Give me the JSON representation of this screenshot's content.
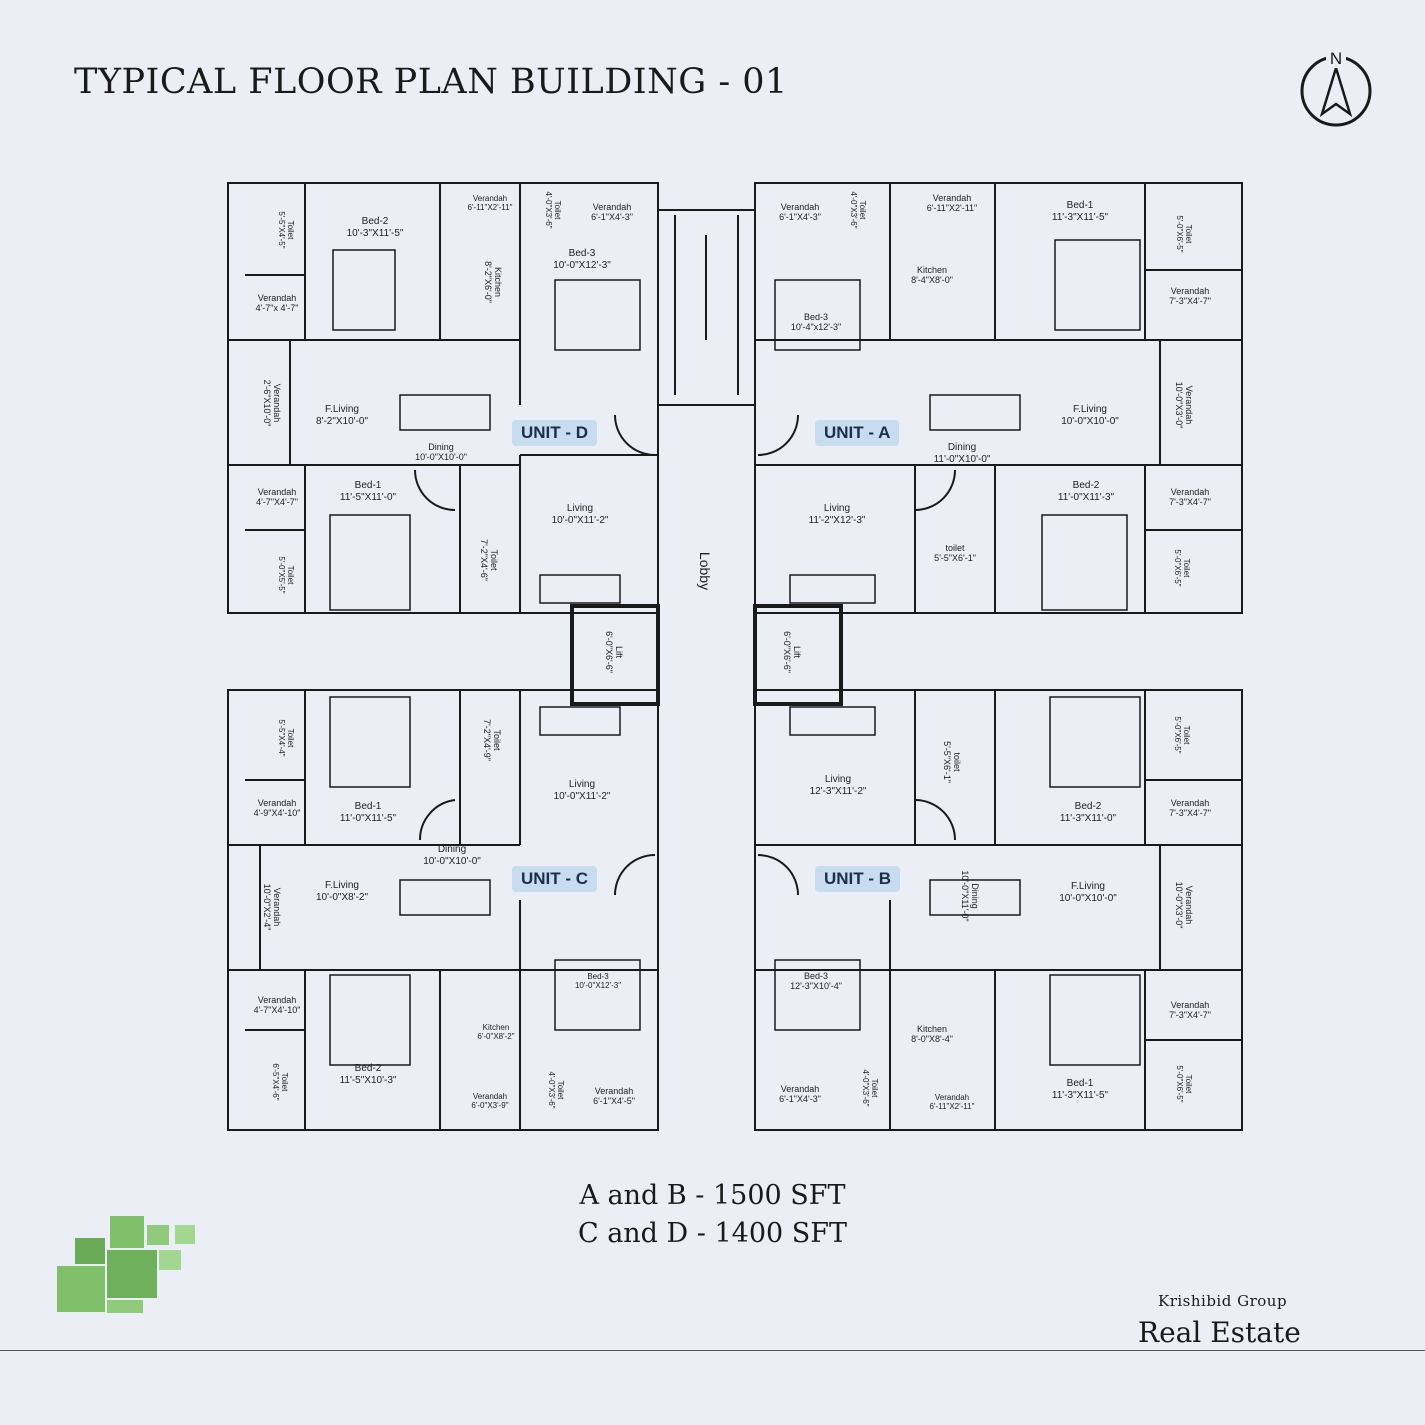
{
  "title": "TYPICAL FLOOR PLAN BUILDING - 01",
  "compass_label": "N",
  "units": {
    "a": "UNIT - A",
    "b": "UNIT - B",
    "c": "UNIT - C",
    "d": "UNIT - D"
  },
  "lobby": "Lobby",
  "rooms": {
    "d_bed2": [
      "Bed-2",
      "10'-3\"X11'-5\""
    ],
    "d_verandah_top": [
      "Verandah",
      "6'-11\"X2'-11\""
    ],
    "d_toilet_top": [
      "Toilet",
      "4'-0\"X3'-6\""
    ],
    "d_verandah_top2": [
      "Verandah",
      "6'-1\"X4'-3\""
    ],
    "d_bed3": [
      "Bed-3",
      "10'-0\"X12'-3\""
    ],
    "d_kitchen": [
      "Kitchen",
      "8'-2\"X6'-0\""
    ],
    "d_toilet_left": [
      "Toilet",
      "5'-5\"X4'-5\""
    ],
    "d_verandah_left": [
      "Verandah",
      "4'-7\"x 4'-7\""
    ],
    "d_verandah_side": [
      "Verandah",
      "2'-6\"X10'-0\""
    ],
    "d_fliving": [
      "F.Living",
      "8'-2\"X10'-0\""
    ],
    "d_dining": [
      "Dining",
      "10'-0\"X10'-0\""
    ],
    "d_verandah_left2": [
      "Verandah",
      "4'-7\"X4'-7\""
    ],
    "d_bed1": [
      "Bed-1",
      "11'-5\"X11'-0\""
    ],
    "d_living": [
      "Living",
      "10'-0\"X11'-2\""
    ],
    "d_toilet2": [
      "Toilet",
      "7'-2\"X4'-6\""
    ],
    "d_toilet3": [
      "Toilet",
      "5'-0\"X5'-5\""
    ],
    "a_verandah_top": [
      "Verandah",
      "6'-1\"X4'-3\""
    ],
    "a_toilet_top": [
      "Toilet",
      "4'-0\"X3'-6\""
    ],
    "a_verandah_top2": [
      "Verandah",
      "6'-11\"X2'-11\""
    ],
    "a_bed1": [
      "Bed-1",
      "11'-3\"X11'-5\""
    ],
    "a_toilet_right": [
      "Toilet",
      "5'-0\"X6'-5\""
    ],
    "a_kitchen": [
      "Kitchen",
      "8'-4\"X8'-0\""
    ],
    "a_bed3": [
      "Bed-3",
      "10'-4\"x12'-3\""
    ],
    "a_verandah_right": [
      "Verandah",
      "7'-3\"X4'-7\""
    ],
    "a_verandah_side": [
      "Verandah",
      "10'-0\"X3'-0\""
    ],
    "a_fliving": [
      "F.Living",
      "10'-0\"X10'-0\""
    ],
    "a_dining": [
      "Dining",
      "11'-0\"X10'-0\""
    ],
    "a_bed2": [
      "Bed-2",
      "11'-0\"X11'-3\""
    ],
    "a_verandah_right2": [
      "Verandah",
      "7'-3\"X4'-7\""
    ],
    "a_living": [
      "Living",
      "11'-2\"X12'-3\""
    ],
    "a_toilet2": [
      "toilet",
      "5'-5\"X6'-1\""
    ],
    "a_toilet3": [
      "Toilet",
      "5'-0\"X6'-5\""
    ],
    "lift_left": [
      "Lift",
      "6'-0\"X6'-6\""
    ],
    "lift_right": [
      "Lift",
      "6'-0\"X6'-6\""
    ],
    "c_toilet_top": [
      "Toilet",
      "5'-5\"X4'-4\""
    ],
    "c_toilet2": [
      "Toilet",
      "7'-2\"X4'-9\""
    ],
    "c_living": [
      "Living",
      "10'-0\"X11'-2\""
    ],
    "c_verandah_left": [
      "Verandah",
      "4'-9\"X4'-10\""
    ],
    "c_bed1": [
      "Bed-1",
      "11'-0\"X11'-5\""
    ],
    "c_dining": [
      "Dining",
      "10'-0\"X10'-0\""
    ],
    "c_verandah_side": [
      "Verandah",
      "10'-0\"X2'-4\""
    ],
    "c_fliving": [
      "F.Living",
      "10'-0\"X8'-2\""
    ],
    "c_verandah_left2": [
      "Verandah",
      "4'-7\"X4'-10\""
    ],
    "c_kitchen": [
      "Kitchen",
      "6'-0\"X8'-2\""
    ],
    "c_bed3": [
      "Bed-3",
      "10'-0\"X12'-3\""
    ],
    "c_toilet_left": [
      "Toilet",
      "6'-5\"X4'-6\""
    ],
    "c_bed2": [
      "Bed-2",
      "11'-5\"X10'-3\""
    ],
    "c_verandah_bot": [
      "Verandah",
      "6'-0\"X3'-9\""
    ],
    "c_toilet_bot": [
      "Toilet",
      "4'-0\"X3'-6\""
    ],
    "c_verandah_bot2": [
      "Verandah",
      "6'-1\"X4'-5\""
    ],
    "b_toilet2": [
      "toilet",
      "5'-5\"X6'-1\""
    ],
    "b_living": [
      "Living",
      "12'-3\"X11'-2\""
    ],
    "b_toilet_right": [
      "Toilet",
      "5'-0\"X6'-5\""
    ],
    "b_bed2": [
      "Bed-2",
      "11'-3\"X11'-0\""
    ],
    "b_verandah_right": [
      "Verandah",
      "7'-3\"X4'-7\""
    ],
    "b_dining": [
      "Dining",
      "10'-0\"X11'-0\""
    ],
    "b_fliving": [
      "F.Living",
      "10'-0\"X10'-0\""
    ],
    "b_verandah_side": [
      "Verandah",
      "10'-0\"X3'-0\""
    ],
    "b_bed3": [
      "Bed-3",
      "12'-3\"X10'-4\""
    ],
    "b_kitchen": [
      "Kitchen",
      "8'-0\"X8'-4\""
    ],
    "b_verandah_right2": [
      "Verandah",
      "7'-3\"X4'-7\""
    ],
    "b_toilet_right2": [
      "Toilet",
      "5'-0\"X6'-5\""
    ],
    "b_bed1": [
      "Bed-1",
      "11'-3\"X11'-5\""
    ],
    "b_verandah_bot": [
      "Verandah",
      "6'-1\"X4'-3\""
    ],
    "b_toilet_bot": [
      "Toilet",
      "4'-0\"X3'-6\""
    ],
    "b_verandah_bot2": [
      "Verandah",
      "6'-11\"X2'-11\""
    ]
  },
  "area_line1": "A and B - 1500 SFT",
  "area_line2": "C and D - 1400 SFT",
  "brand_group": "Krishibid Group",
  "brand_main": "Real Estate",
  "colors": {
    "background": "#eceef6",
    "badge": "#c7dcef",
    "wall": "#1a1a1a",
    "logo_green": "#7fbf6a"
  }
}
